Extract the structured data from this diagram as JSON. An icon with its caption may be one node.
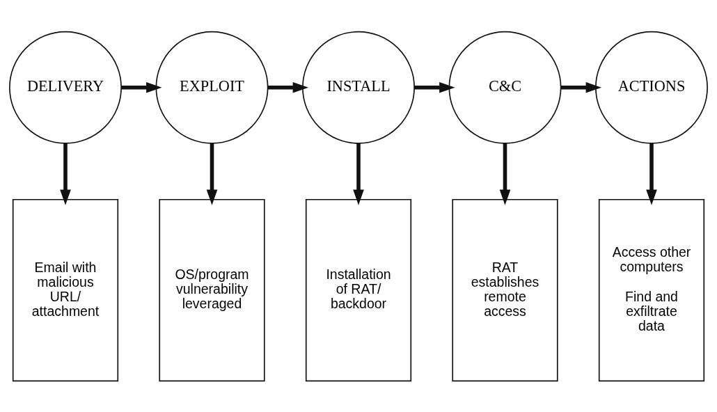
{
  "diagram": {
    "nodes": [
      {
        "text": [
          "DELIVERY"
        ]
      },
      {
        "text": [
          "EXPLOIT"
        ]
      },
      {
        "text": [
          "INSTALL"
        ]
      },
      {
        "text": [
          "C&C"
        ]
      },
      {
        "text": [
          "ACTIONS"
        ]
      },
      {
        "text": [
          "Email with malicious URL/ attachment"
        ]
      },
      {
        "text": [
          "OS/program vulnerability leveraged"
        ]
      },
      {
        "text": [
          "Installation of RAT/ backdoor"
        ]
      },
      {
        "text": [
          "RAT establishes remote access"
        ]
      },
      {
        "text": [
          "Access other computers",
          "Find and exfiltrate data"
        ]
      }
    ],
    "edges": [
      {
        "from": 0,
        "to": 1,
        "arrow": "to"
      },
      {
        "from": 1,
        "to": 2,
        "arrow": "to"
      },
      {
        "from": 2,
        "to": 3,
        "arrow": "to"
      },
      {
        "from": 3,
        "to": 4,
        "arrow": "to"
      },
      {
        "from": 0,
        "to": 5,
        "arrow": "to"
      },
      {
        "from": 1,
        "to": 6,
        "arrow": "to"
      },
      {
        "from": 2,
        "to": 7,
        "arrow": "to"
      },
      {
        "from": 3,
        "to": 8,
        "arrow": "to"
      },
      {
        "from": 4,
        "to": 9,
        "arrow": "to"
      }
    ]
  }
}
